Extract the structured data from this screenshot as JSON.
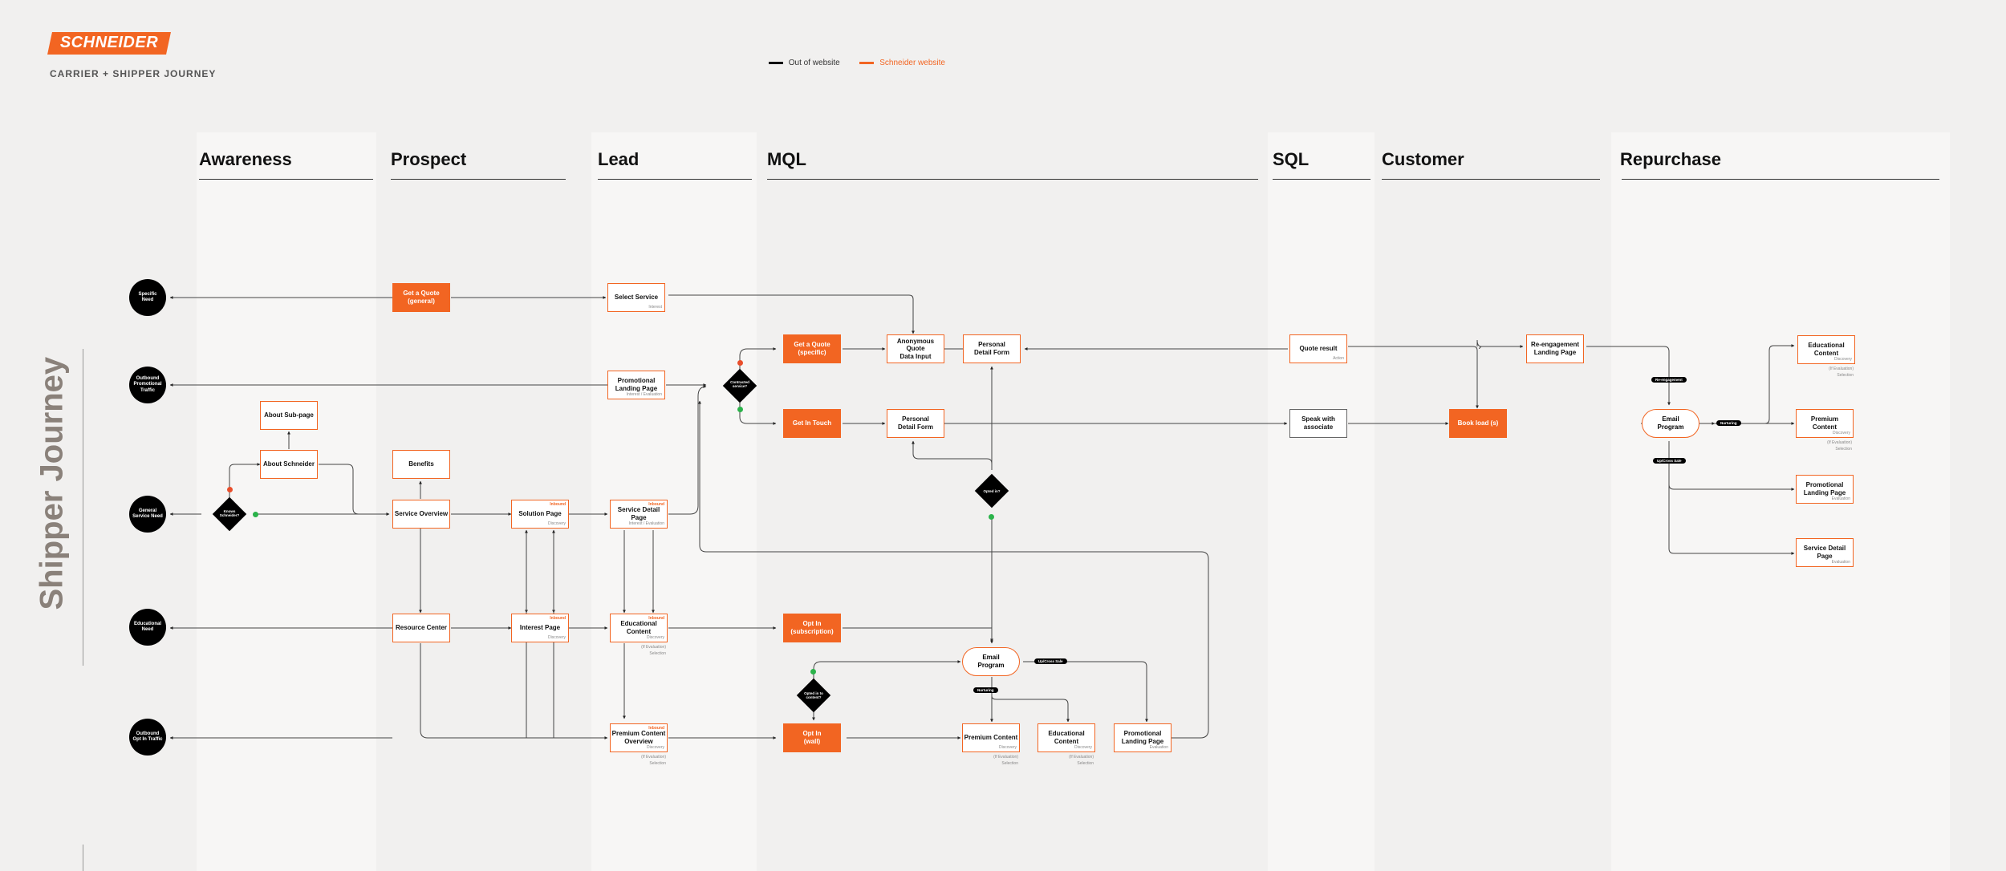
{
  "header": {
    "brand": "SCHNEIDER",
    "subtitle": "CARRIER + SHIPPER JOURNEY"
  },
  "legend": [
    {
      "label": "Out of website",
      "color": "#000000"
    },
    {
      "label": "Schneider website",
      "color": "#f26522"
    }
  ],
  "side_title": "Shipper Journey",
  "stages": [
    "Awareness",
    "Prospect",
    "Lead",
    "MQL",
    "SQL",
    "Customer",
    "Repurchase"
  ],
  "entry_points": [
    "Specific Need",
    "Outbound Promotional Traffic",
    "General Service Need",
    "Educational Need",
    "Outbound Opt In Traffic"
  ],
  "nodes": {
    "get_quote_general": "Get a Quote\n(general)",
    "select_service": {
      "label": "Select Service",
      "sub": "Interest"
    },
    "promo_landing": {
      "label": "Promotional\nLanding Page",
      "sub": "Interest / Evaluation"
    },
    "about_sub": "About Sub-page",
    "about": "About Schneider",
    "benefits": "Benefits",
    "service_overview": "Service Overview",
    "solution_page": {
      "tag": "Inbound",
      "label": "Solution Page",
      "sub": "Discovery"
    },
    "service_detail": {
      "tag": "Inbound",
      "label": "Service Detail Page",
      "sub": "Interest / Evaluation"
    },
    "resource_center": "Resource Center",
    "interest_page": {
      "tag": "Inbound",
      "label": "Interest Page",
      "sub": "Discovery"
    },
    "edu_content": {
      "tag": "Inbound",
      "label": "Educational\nContent",
      "sub": "Discovery",
      "below": "(If Evaluation)\nSelection"
    },
    "premium_overview": {
      "tag": "Inbound",
      "label": "Premium Content\nOverview",
      "sub": "Discovery",
      "below": "(If Evaluation)\nSelection"
    },
    "get_quote_specific": "Get a Quote\n(specific)",
    "get_in_touch": "Get In Touch",
    "anon_quote": "Anonymous Quote\nData Input",
    "personal_form_1": "Personal\nDetail Form",
    "personal_form_2": "Personal\nDetail Form",
    "opt_in_sub": "Opt In\n(subscription)",
    "opt_in_wall": "Opt In\n(wall)",
    "email_program_mql": "Email\nProgram",
    "premium_content_mql": {
      "label": "Premium Content",
      "sub": "Discovery",
      "below": "(If Evaluation)\nSelection"
    },
    "edu_content_mql": {
      "label": "Educational\nContent",
      "sub": "Discovery",
      "below": "(If Evaluation)\nSelection"
    },
    "promo_landing_mql": {
      "label": "Promotional\nLanding Page",
      "sub": "Evaluation"
    },
    "quote_result": {
      "label": "Quote result",
      "sub": "Action"
    },
    "speak_associate": "Speak with\nassociate",
    "book_load": "Book load (s)",
    "reengagement": "Re-engagement\nLanding Page",
    "email_program_rep": "Email\nProgram",
    "rep_edu": {
      "label": "Educational\nContent",
      "sub": "Discovery",
      "below": "(If Evaluation)\nSelection"
    },
    "rep_premium": {
      "label": "Premium\nContent",
      "sub": "Discovery",
      "below": "(If Evaluation)\nSelection"
    },
    "rep_promo": {
      "label": "Promotional\nLanding Page",
      "sub": "Evaluation"
    },
    "rep_service_detail": {
      "label": "Service Detail Page",
      "sub": "Evaluation"
    }
  },
  "decisions": {
    "knows_schneider": "Knows\nSchneider?",
    "contracted": "Contracted\nservice?",
    "opted_in_1": "Opted in?",
    "opted_in_2": "Opted in to\ncontent?"
  },
  "badges": {
    "nurturing_mql": "Nurturing",
    "upcross_mql": "Up/Cross Sale",
    "reengagement": "Re-engagement",
    "nurturing_rep": "Nurturing",
    "upcross_rep": "Up/Cross Sale"
  }
}
